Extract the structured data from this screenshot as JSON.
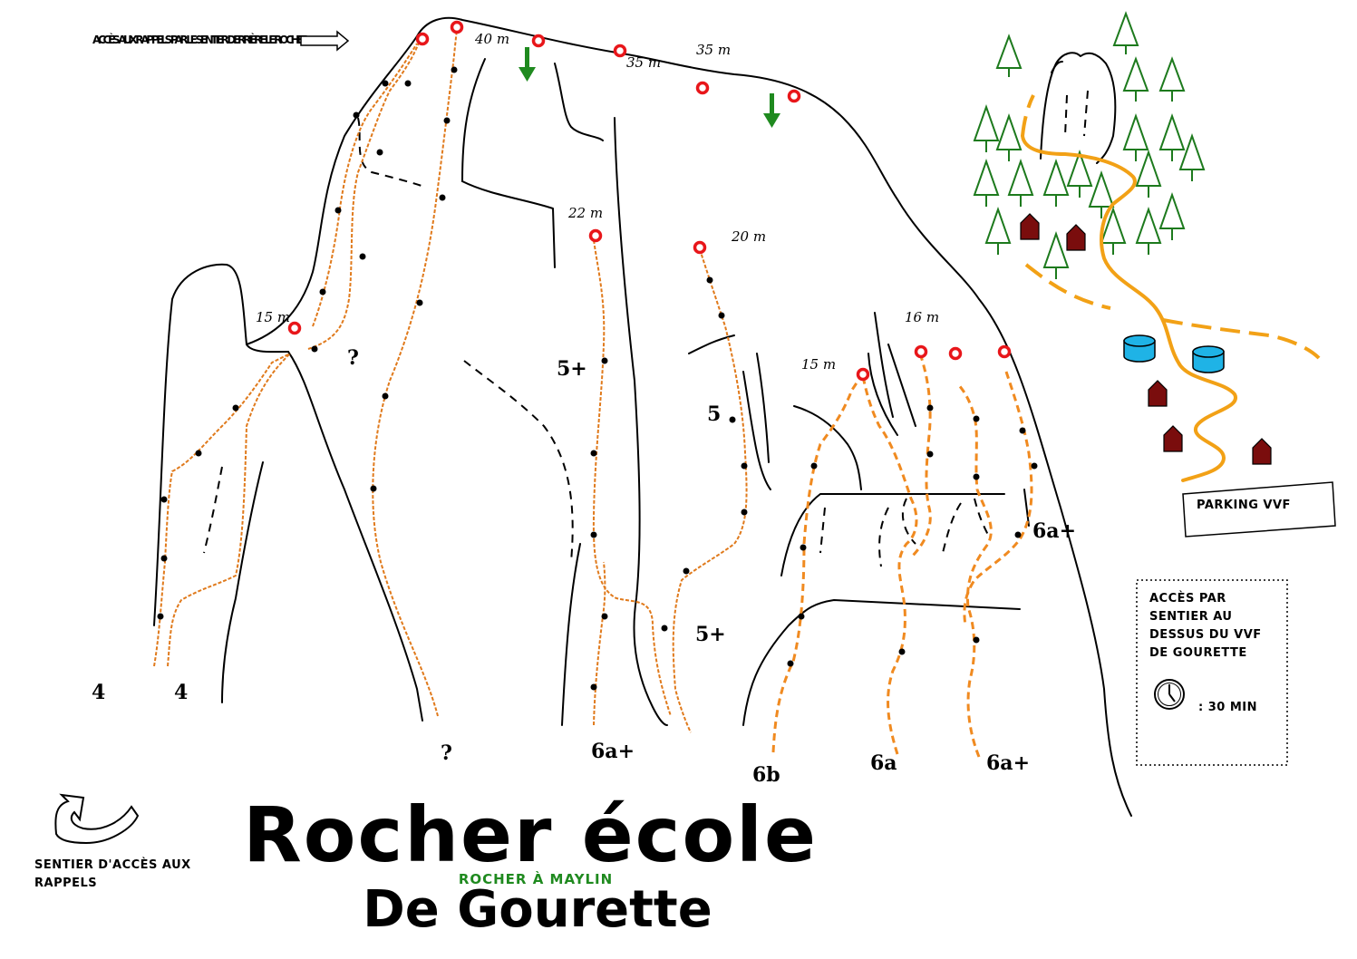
{
  "map": {
    "title": "Rocher école",
    "subtitle": "De Gourette",
    "green_label": "Rocher à Maylin",
    "rappel_access_label": "Accès aux rappels par le sentier derrière le rocher",
    "rappel_path_label": "Sentier d'accès aux rappels",
    "parking_label": "Parking VVF",
    "access_note": "Accès par sentier au dessus du VVF de Gourette",
    "access_time": ": 30 min",
    "lengths": [
      "40 m",
      "35 m",
      "35 m",
      "22 m",
      "20 m",
      "15 m",
      "16 m",
      "15 m"
    ],
    "grades": [
      "4",
      "4",
      "?",
      "?",
      "5+",
      "5",
      "6a+",
      "5+",
      "6b",
      "6a",
      "6a+",
      "6a+"
    ],
    "colors": {
      "anchor": "#e8161a",
      "route": "#e07a1c",
      "trail": "#f2a116",
      "tree": "#1d7a1d",
      "house": "#7a0d0d",
      "tank": "#1fb3e6",
      "descent_arrow": "#1f8a1f"
    },
    "icons": [
      "clock-icon",
      "curved-arrow-icon",
      "outline-arrow-icon",
      "descent-arrow-icon",
      "tree-icon",
      "house-icon",
      "water-tank-icon"
    ]
  }
}
